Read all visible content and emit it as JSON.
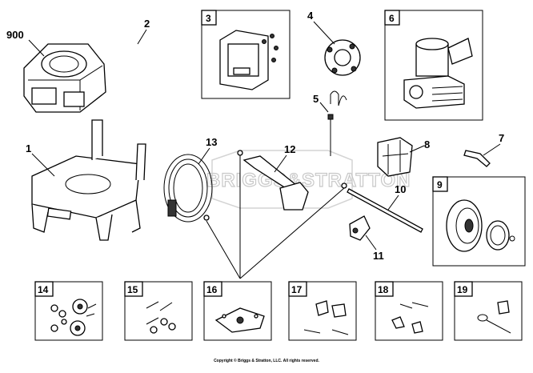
{
  "watermark": "BRIGGS&STRATTON",
  "copyright": "Copyright © Briggs & Stratton, LLC. All rights reserved.",
  "callouts": {
    "p900": "900",
    "p1": "1",
    "p2": "2",
    "p4": "4",
    "p5": "5",
    "p7": "7",
    "p8": "8",
    "p10": "10",
    "p11": "11",
    "p12": "12",
    "p13": "13"
  },
  "boxes": {
    "b3": "3",
    "b6": "6",
    "b9": "9",
    "b14": "14",
    "b15": "15",
    "b16": "16",
    "b17": "17",
    "b18": "18",
    "b19": "19"
  }
}
